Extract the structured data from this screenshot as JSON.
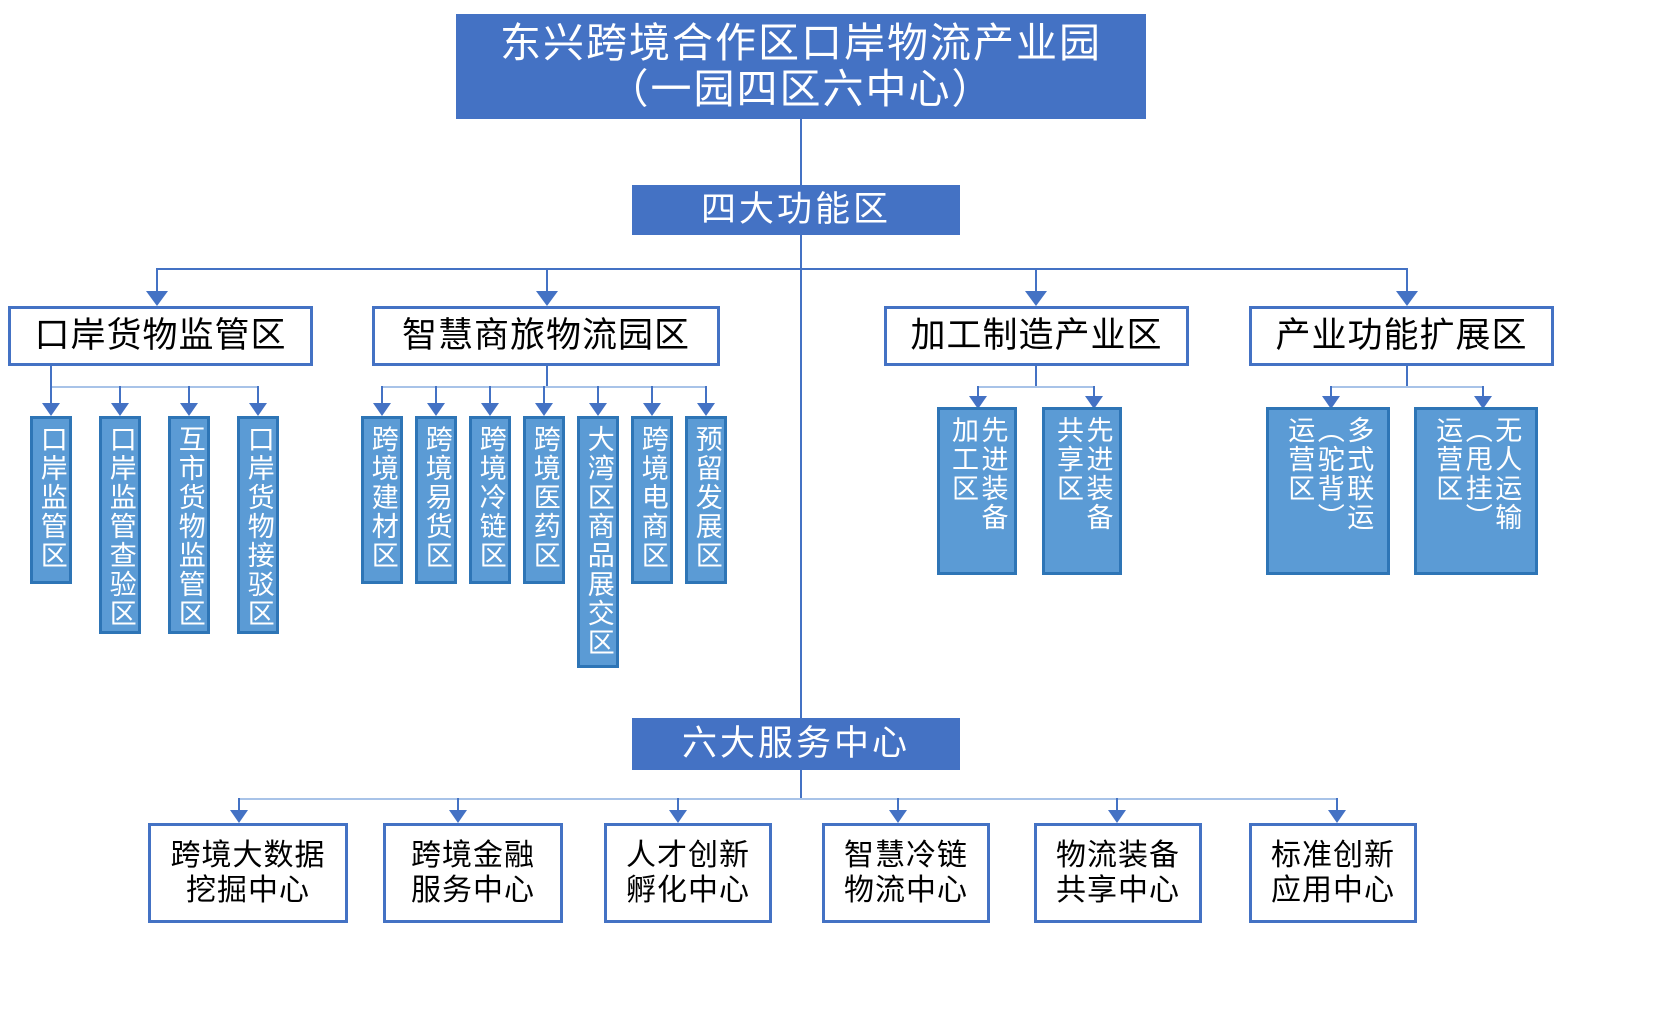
{
  "diagram": {
    "type": "organization-hierarchy",
    "title_line1": "东兴跨境合作区口岸物流产业园",
    "title_line2": "（一园四区六中心）",
    "colors": {
      "banner_fill": "#4472c4",
      "outline": "#4472c4",
      "vbox_fill": "#5b9bd5",
      "vbox_border": "#2e75b6",
      "connector": "#4472c4",
      "connector_pale": "#a8c3e8",
      "text_dark": "#000000",
      "text_light": "#ffffff",
      "background": "#ffffff"
    }
  },
  "section_functional_zones": {
    "banner": "四大功能区",
    "zones": [
      {
        "name": "口岸货物监管区",
        "children": [
          {
            "cols": [
              "口岸监管区"
            ]
          },
          {
            "cols": [
              "口岸监管查验区"
            ]
          },
          {
            "cols": [
              "互市货物监管区"
            ]
          },
          {
            "cols": [
              "口岸货物接驳区"
            ]
          }
        ]
      },
      {
        "name": "智慧商旅物流园区",
        "children": [
          {
            "cols": [
              "跨境建材区"
            ]
          },
          {
            "cols": [
              "跨境易货区"
            ]
          },
          {
            "cols": [
              "跨境冷链区"
            ]
          },
          {
            "cols": [
              "跨境医药区"
            ]
          },
          {
            "cols": [
              "大湾区商品展交区"
            ]
          },
          {
            "cols": [
              "跨境电商区"
            ]
          },
          {
            "cols": [
              "预留发展区"
            ]
          }
        ]
      },
      {
        "name": "加工制造产业区",
        "children": [
          {
            "cols": [
              "先进装备",
              "加工区"
            ]
          },
          {
            "cols": [
              "先进装备",
              "共享区"
            ]
          }
        ]
      },
      {
        "name": "产业功能扩展区",
        "children": [
          {
            "cols": [
              "多式联运",
              "（驼背）",
              "运营区"
            ]
          },
          {
            "cols": [
              "无人运输",
              "（甩挂）",
              "运营区"
            ]
          }
        ]
      }
    ]
  },
  "section_service_centers": {
    "banner": "六大服务中心",
    "centers": [
      {
        "line1": "跨境大数据",
        "line2": "挖掘中心"
      },
      {
        "line1": "跨境金融",
        "line2": "服务中心"
      },
      {
        "line1": "人才创新",
        "line2": "孵化中心"
      },
      {
        "line1": "智慧冷链",
        "line2": "物流中心"
      },
      {
        "line1": "物流装备",
        "line2": "共享中心"
      },
      {
        "line1": "标准创新",
        "line2": "应用中心"
      }
    ]
  }
}
